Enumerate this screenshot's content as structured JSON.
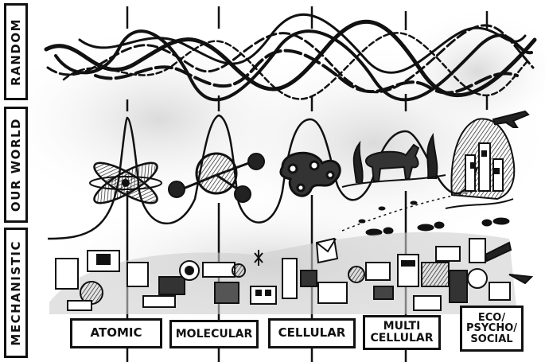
{
  "row_labels": {
    "random": "RANDOM",
    "our_world": "OUR WORLD",
    "mechanistic": "MECHANISTIC"
  },
  "scales": [
    {
      "label": "ATOMIC"
    },
    {
      "label": "MOLECULAR"
    },
    {
      "label": "CELLULAR"
    },
    {
      "label": "MULTI\nCELLULAR"
    },
    {
      "label": "ECO/\nPSYCHO/\nSOCIAL"
    }
  ]
}
